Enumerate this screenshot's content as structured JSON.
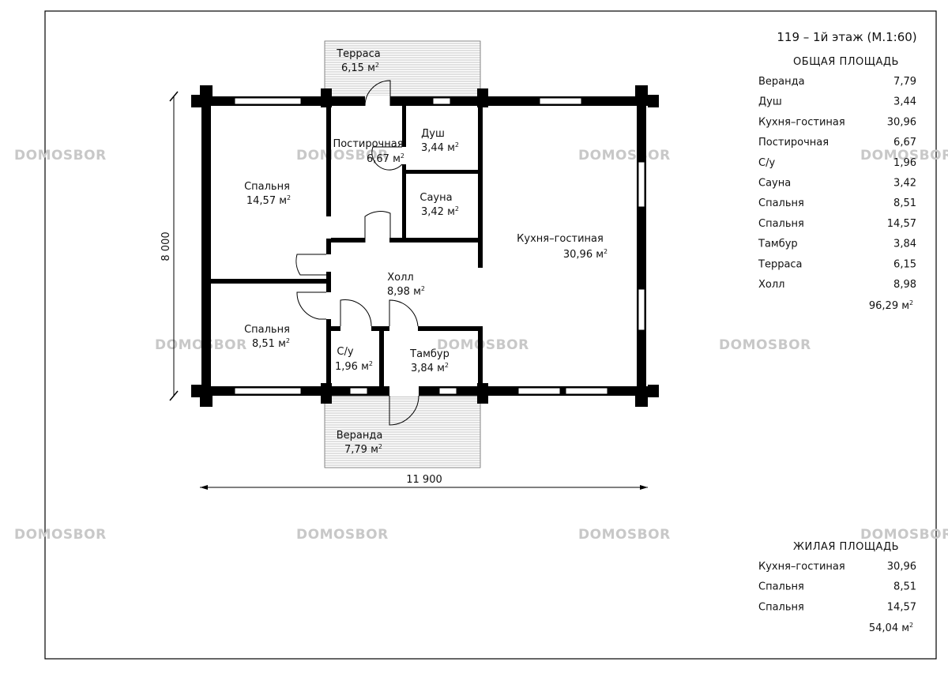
{
  "title": "119 – 1й этаж (М.1:60)",
  "watermark": "DOMOSBOR",
  "rooms": [
    {
      "name": "Терраса",
      "area": "6,15 м"
    },
    {
      "name": "Постирочная",
      "area": "6,67 м"
    },
    {
      "name": "Душ",
      "area": "3,44 м"
    },
    {
      "name": "Сауна",
      "area": "3,42 м"
    },
    {
      "name": "Спальня",
      "area": "14,57 м"
    },
    {
      "name": "Кухня–гостиная",
      "area": "30,96 м"
    },
    {
      "name": "Холл",
      "area": "8,98 м"
    },
    {
      "name": "Спальня",
      "area": "8,51 м"
    },
    {
      "name": "С/у",
      "area": "1,96 м"
    },
    {
      "name": "Тамбур",
      "area": "3,84 м"
    },
    {
      "name": "Веранда",
      "area": "7,79 м"
    }
  ],
  "superscript": "2",
  "dimensions": {
    "width": "11 900",
    "height": "8 000"
  },
  "total": {
    "header": "ОБЩАЯ ПЛОЩАДЬ",
    "rows": [
      {
        "name": "Веранда",
        "value": "7,79"
      },
      {
        "name": "Душ",
        "value": "3,44"
      },
      {
        "name": "Кухня–гостиная",
        "value": "30,96"
      },
      {
        "name": "Постирочная",
        "value": "6,67"
      },
      {
        "name": "С/у",
        "value": "1,96"
      },
      {
        "name": "Сауна",
        "value": "3,42"
      },
      {
        "name": "Спальня",
        "value": "8,51"
      },
      {
        "name": "Спальня",
        "value": "14,57"
      },
      {
        "name": "Тамбур",
        "value": "3,84"
      },
      {
        "name": "Терраса",
        "value": "6,15"
      },
      {
        "name": "Холл",
        "value": "8,98"
      }
    ],
    "sum": "96,29 м"
  },
  "living": {
    "header": "ЖИЛАЯ ПЛОЩАДЬ",
    "rows": [
      {
        "name": "Кухня–гостиная",
        "value": "30,96"
      },
      {
        "name": "Спальня",
        "value": "8,51"
      },
      {
        "name": "Спальня",
        "value": "14,57"
      }
    ],
    "sum": "54,04 м"
  }
}
